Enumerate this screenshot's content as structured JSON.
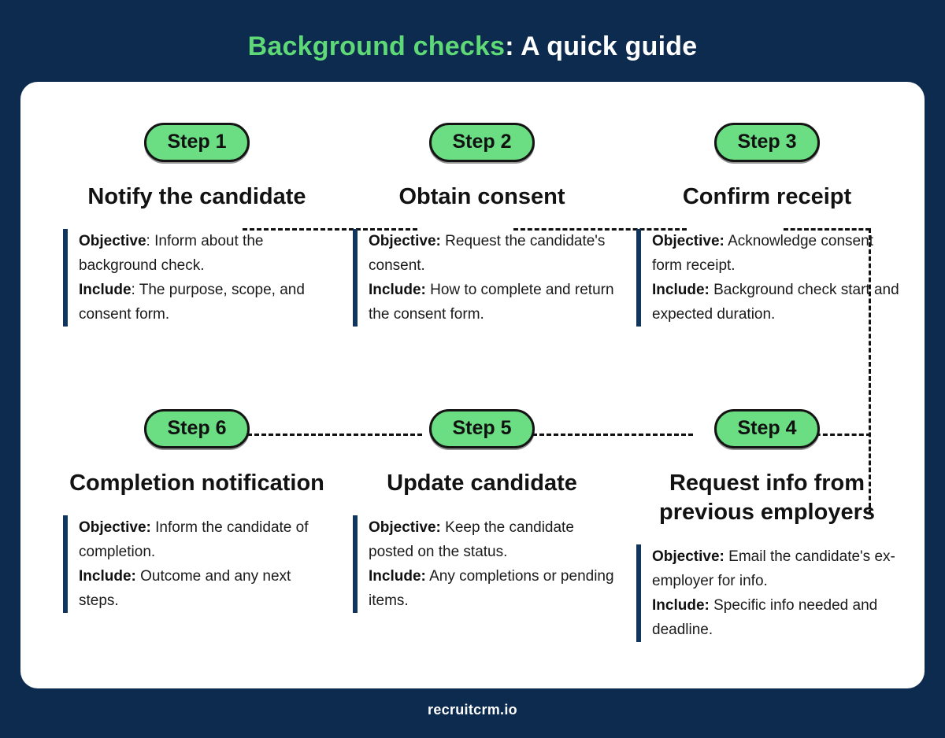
{
  "title": {
    "highlight": "Background checks",
    "rest": ": A quick guide"
  },
  "footer": {
    "text": "recruitcrm.io"
  },
  "colors": {
    "background": "#0c2b4e",
    "card": "#ffffff",
    "accent_green": "#6bdd82",
    "title_green": "#5fd877",
    "accent_bar_navy": "#12355b",
    "text_dark": "#1a1a1a",
    "connector": "#111111"
  },
  "steps": [
    {
      "pill": "Step 1",
      "heading": "Notify the candidate",
      "objective_label": "Objective",
      "objective_sep": ": ",
      "objective_text": "Inform about the background check.",
      "include_label": "Include",
      "include_sep": ": ",
      "include_text": "The purpose, scope, and consent form."
    },
    {
      "pill": "Step 2",
      "heading": "Obtain consent",
      "objective_label": "Objective:",
      "objective_sep": " ",
      "objective_text": "Request the candidate's consent.",
      "include_label": "Include:",
      "include_sep": " ",
      "include_text": "How to complete and return the consent form."
    },
    {
      "pill": "Step 3",
      "heading": "Confirm receipt",
      "objective_label": "Objective:",
      "objective_sep": " ",
      "objective_text": "Acknowledge consent form receipt.",
      "include_label": "Include:",
      "include_sep": " ",
      "include_text": "Background check start and expected duration."
    },
    {
      "pill": "Step 6",
      "heading": "Completion notification",
      "objective_label": "Objective:",
      "objective_sep": " ",
      "objective_text": "Inform the candidate of completion.",
      "include_label": "Include:",
      "include_sep": " ",
      "include_text": "Outcome and any next steps."
    },
    {
      "pill": "Step 5",
      "heading": "Update candidate",
      "objective_label": "Objective:",
      "objective_sep": " ",
      "objective_text": "Keep the candidate posted on the status.",
      "include_label": "Include:",
      "include_sep": " ",
      "include_text": "Any completions or pending items."
    },
    {
      "pill": "Step 4",
      "heading": "Request info from previous employers",
      "objective_label": "Objective:",
      "objective_sep": " ",
      "objective_text": "Email the candidate's ex-employer for info.",
      "include_label": "Include:",
      "include_sep": " ",
      "include_text": "Specific info needed and deadline."
    }
  ],
  "flow": {
    "order": [
      "Step 1",
      "Step 2",
      "Step 3",
      "Step 4",
      "Step 5",
      "Step 6"
    ],
    "connector_style": "dashed"
  }
}
